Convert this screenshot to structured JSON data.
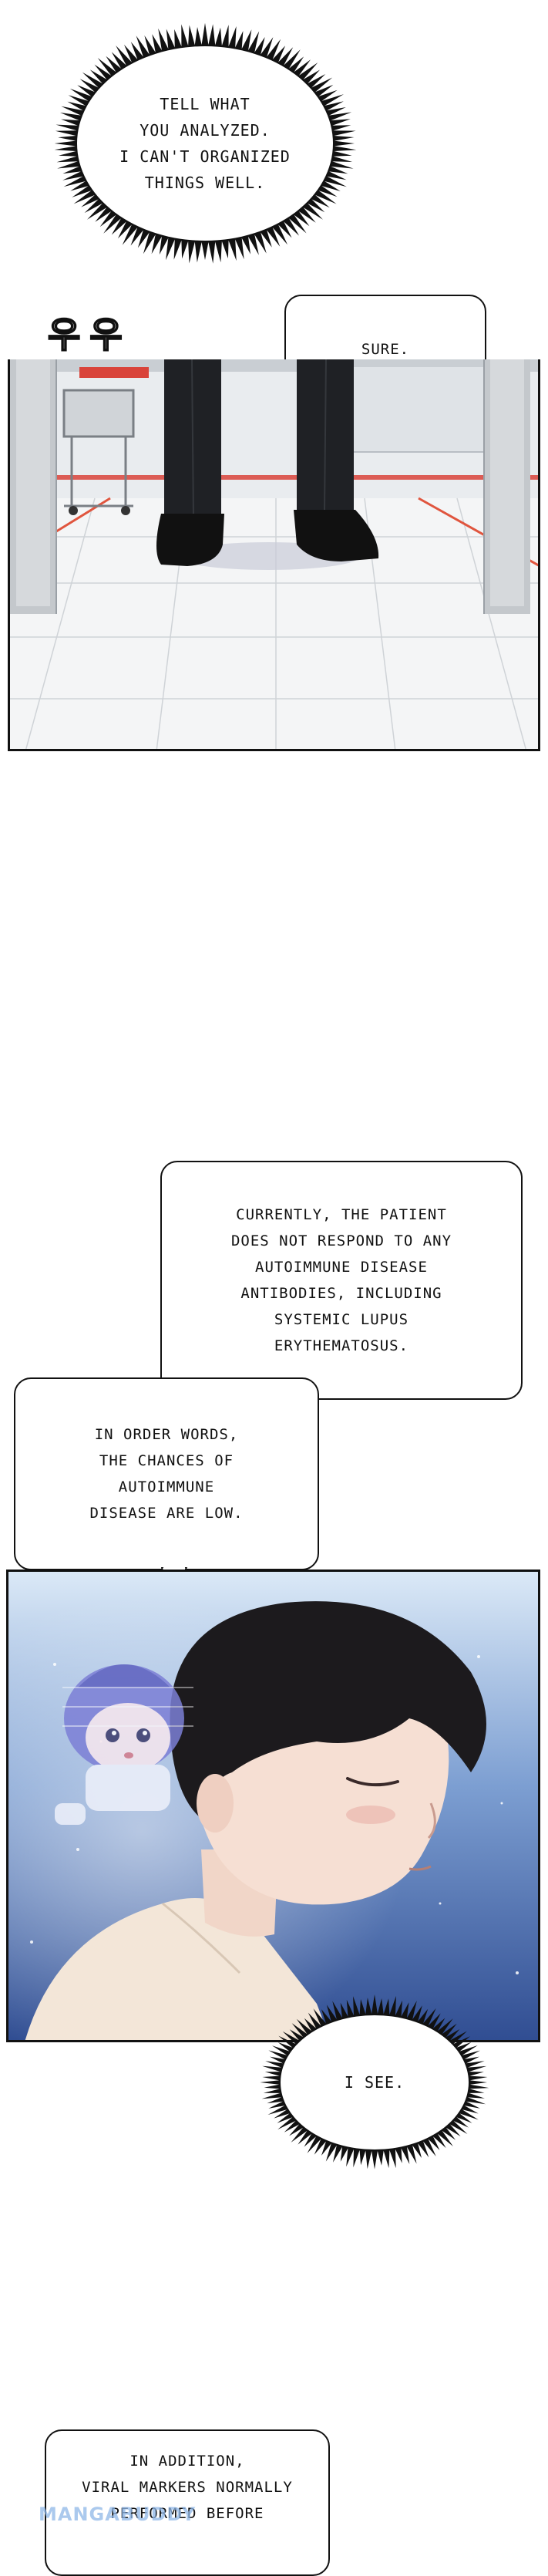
{
  "page": {
    "bubbles": {
      "tell_what": "TELL WHAT\nYOU ANALYZED.\nI CAN'T ORGANIZED\nTHINGS WELL.",
      "sure": "SURE.",
      "currently": "CURRENTLY, THE PATIENT\nDOES NOT RESPOND TO ANY\nAUTOIMMUNE DISEASE\nANTIBODIES, INCLUDING\nSYSTEMIC LUPUS\nERYTHEMATOSUS.",
      "in_order_words": "IN ORDER WORDS,\nTHE CHANCES OF\nAUTOIMMUNE\nDISEASE ARE LOW.",
      "i_see": "I SEE.",
      "in_addition": "IN ADDITION,\nVIRAL MARKERS NORMALLY\nPERFORMED BEFORE"
    },
    "sfx": {
      "footsteps": "우 우"
    },
    "watermark": "MANGABUDDY"
  }
}
